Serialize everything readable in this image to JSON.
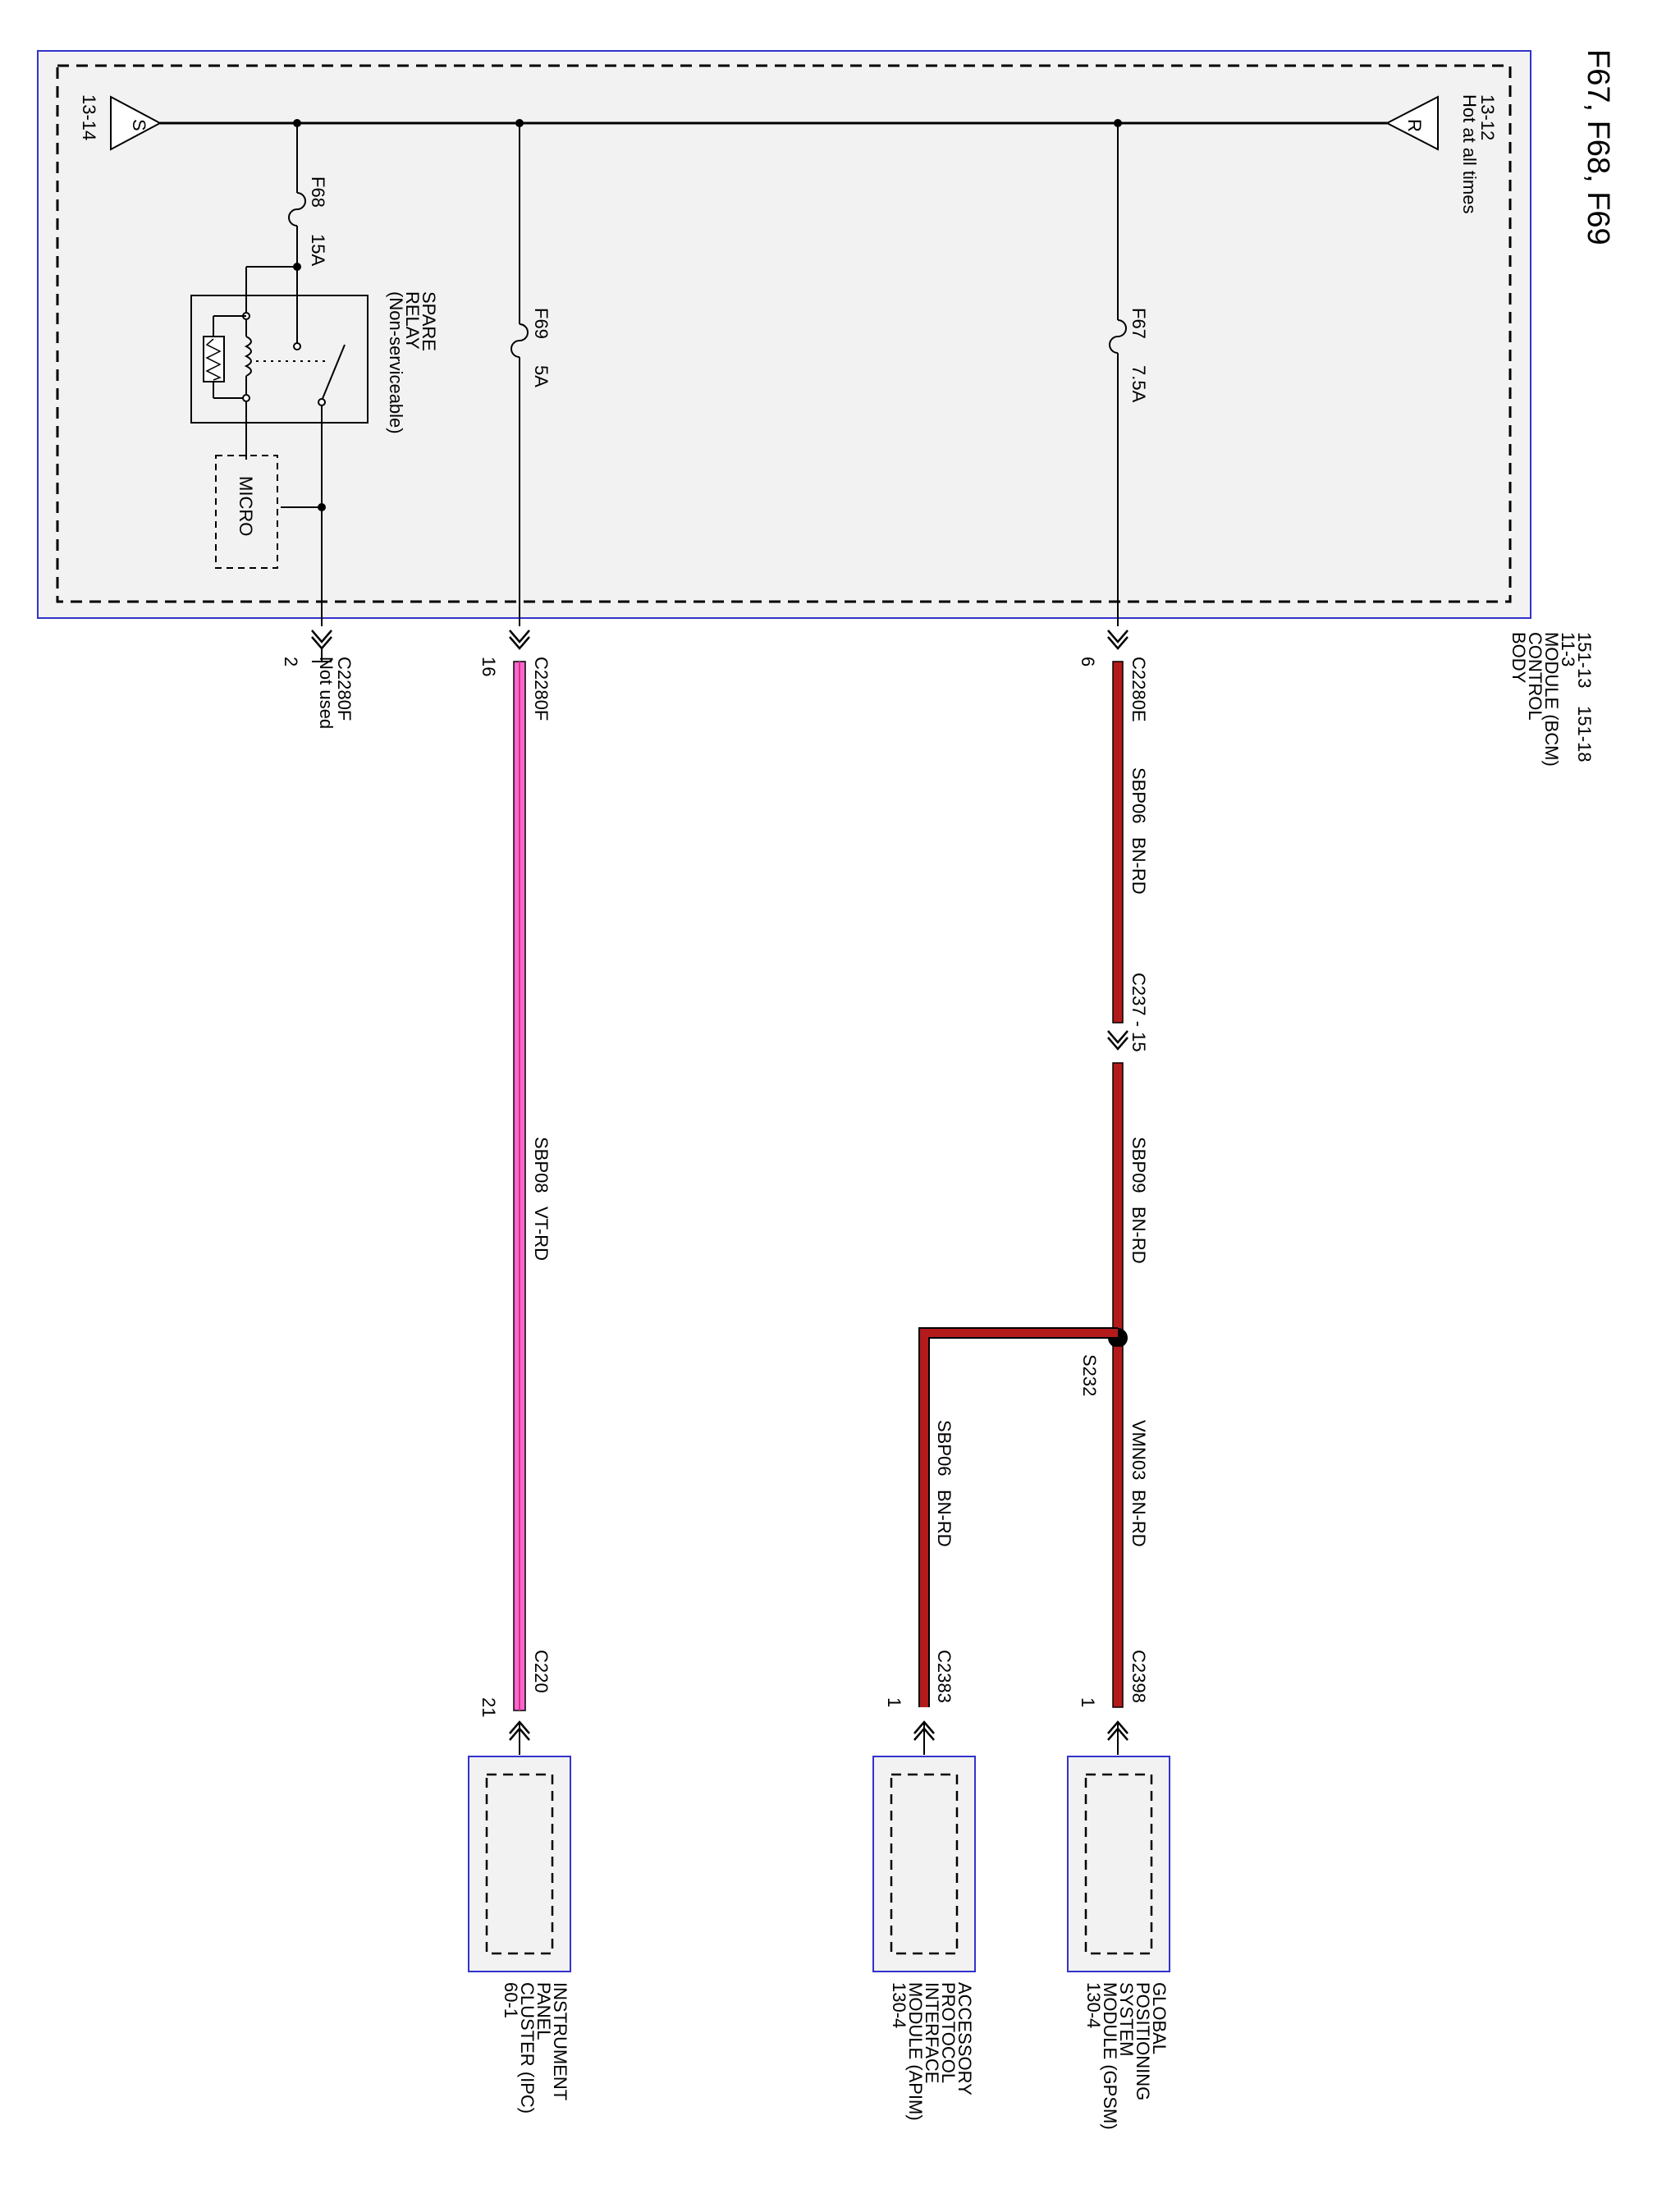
{
  "title": "F67, F68, F69",
  "bcm": {
    "name_lines": [
      "BODY",
      "CONTROL",
      "MODULE (BCM)",
      "11-3"
    ],
    "refs": [
      "151-13",
      "151-18"
    ],
    "hot_label": "Hot at all times",
    "hot_ref": "13-12",
    "hot_symbol": "R",
    "s_ref": "13-14",
    "s_symbol": "S"
  },
  "fuses": {
    "f67": {
      "name": "F67",
      "rating": "7.5A"
    },
    "f69": {
      "name": "F69",
      "rating": "5A"
    },
    "f68": {
      "name": "F68",
      "rating": "15A"
    }
  },
  "relay": {
    "label_lines": [
      "SPARE",
      "RELAY",
      "(Non-serviceable)"
    ],
    "micro": "MICRO"
  },
  "connectors": {
    "c2280e": {
      "name": "C2280E",
      "pin": "6"
    },
    "c2280f_16": {
      "name": "C2280F",
      "pin": "16"
    },
    "c2280f_2": {
      "name": "C2280F",
      "pin": "2",
      "note": "Not used"
    },
    "c237": {
      "name": "C237 - 15"
    },
    "c2398": {
      "name": "C2398",
      "pin": "1"
    },
    "c2383": {
      "name": "C2383",
      "pin": "1"
    },
    "c220": {
      "name": "C220",
      "pin": "21"
    }
  },
  "splice": {
    "name": "S232"
  },
  "wires": {
    "w1": {
      "circuit": "SBP06",
      "color": "BN-RD"
    },
    "w2": {
      "circuit": "SBP09",
      "color": "BN-RD"
    },
    "w3": {
      "circuit": "VMN03",
      "color": "BN-RD"
    },
    "w4": {
      "circuit": "SBP06",
      "color": "BN-RD"
    },
    "w5": {
      "circuit": "SBP08",
      "color": "VT-RD"
    }
  },
  "modules": {
    "gpsm": {
      "name_lines": [
        "GLOBAL",
        "POSITIONING",
        "SYSTEM",
        "MODULE (GPSM)"
      ],
      "ref": "130-4"
    },
    "apim": {
      "name_lines": [
        "ACCESSORY",
        "PROTOCOL",
        "INTERFACE",
        "MODULE (APIM)"
      ],
      "ref": "130-4"
    },
    "ipc": {
      "name_lines": [
        "INSTRUMENT",
        "PANEL",
        "CLUSTER (IPC)"
      ],
      "ref": "60-1"
    }
  },
  "colors": {
    "bn_rd": "#b31b1b",
    "vt_rd_core": "#ff66cc",
    "module_border": "#3333cc",
    "module_fill": "#f2f2f2"
  }
}
